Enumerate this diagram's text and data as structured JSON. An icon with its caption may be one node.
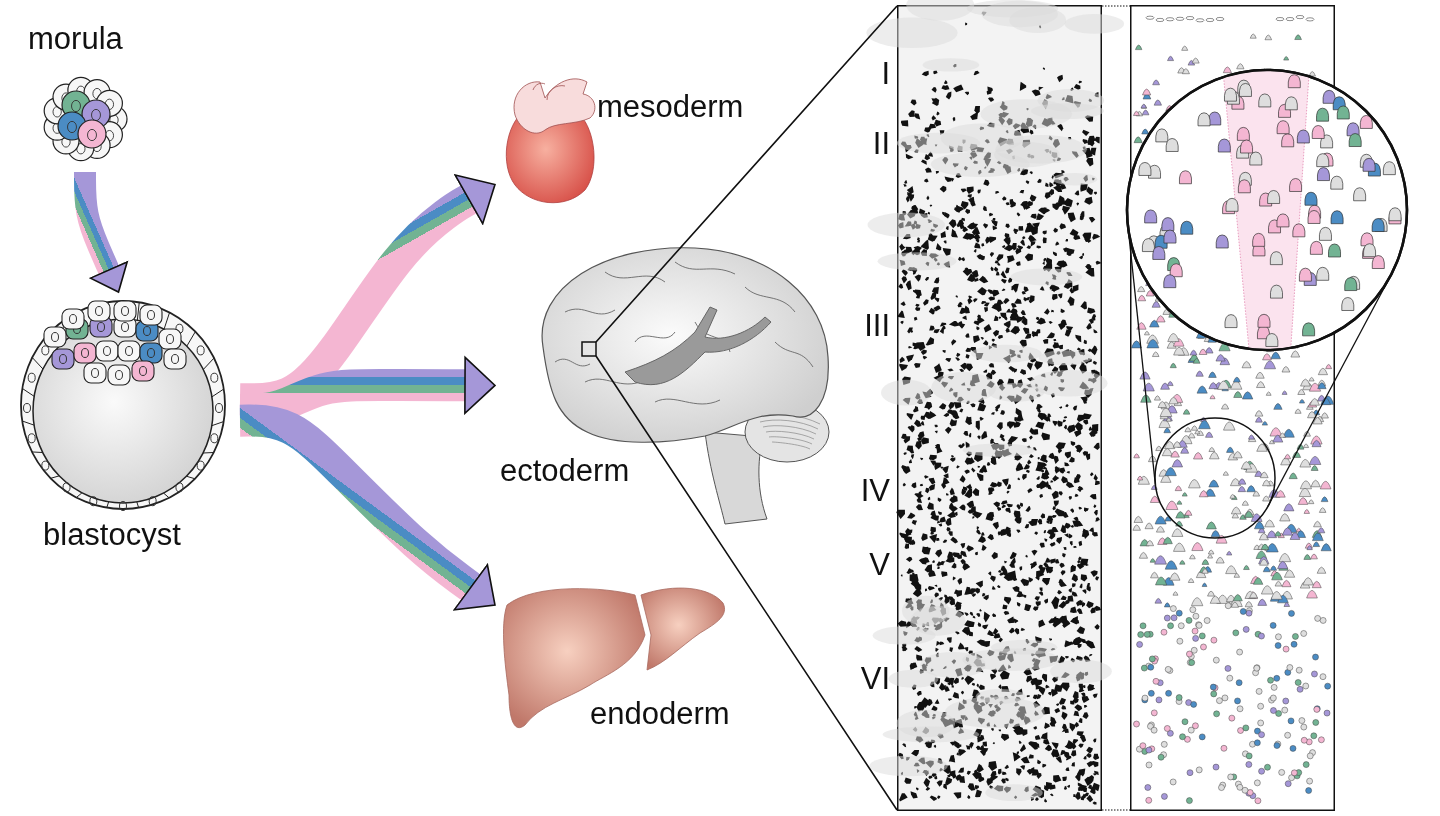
{
  "diagram": {
    "nodes": [
      {
        "text": [
          "morula"
        ]
      },
      {
        "text": [
          "blastocyst"
        ]
      },
      {
        "text": [
          "mesoderm"
        ]
      },
      {
        "text": [
          "ectoderm"
        ]
      },
      {
        "text": [
          "endoderm"
        ]
      },
      {
        "text": [],
        "shape": "picture"
      },
      {
        "text": [],
        "shape": "picture"
      }
    ],
    "edges": [
      {
        "from": 0,
        "to": 1,
        "arrow": "to",
        "style": "thick"
      },
      {
        "from": 1,
        "to": 2,
        "arrow": "to",
        "style": "thick"
      },
      {
        "from": 1,
        "to": 3,
        "arrow": "to",
        "style": "thick"
      },
      {
        "from": 1,
        "to": 4,
        "arrow": "to",
        "style": "thick"
      },
      {
        "from": 3,
        "to": 5,
        "arrow": "none"
      },
      {
        "from": 5,
        "to": 6,
        "arrow": "none",
        "style": "dashed"
      }
    ],
    "labels": [
      "I",
      "II",
      "III",
      "IV",
      "V",
      "VI"
    ]
  }
}
